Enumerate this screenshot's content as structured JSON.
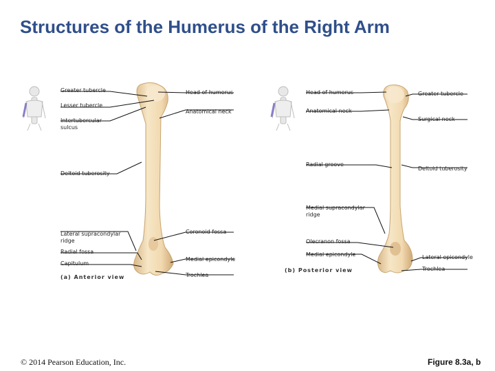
{
  "title": "Structures of the Humerus of the Right Arm",
  "anterior": {
    "view_label": "(a) Anterior view",
    "labels": {
      "greater_tubercle": "Greater tubercle",
      "lesser_tubercle": "Lesser tubercle",
      "intertubercular_sulcus": "Intertubercular\nsulcus",
      "deltoid_tuberosity": "Deltoid tuberosity",
      "lateral_supracondylar_ridge": "Lateral supracondylar\nridge",
      "radial_fossa": "Radial fossa",
      "capitulum": "Capitulum",
      "head_of_humerus": "Head of humerus",
      "anatomical_neck": "Anatomical neck",
      "coronoid_fossa": "Coronoid fossa",
      "medial_epicondyle": "Medial epicondyle",
      "trochlea": "Trochlea"
    }
  },
  "posterior": {
    "view_label": "(b) Posterior view",
    "labels": {
      "head_of_humerus": "Head of humerus",
      "anatomical_neck": "Anatomical neck",
      "radial_groove": "Radial groove",
      "medial_supracondylar_ridge": "Medial supracondylar\nridge",
      "olecranon_fossa": "Olecranon fossa",
      "medial_epicondyle": "Medial epicondyle",
      "greater_tubercle": "Greater tubercle",
      "surgical_neck": "Surgical neck",
      "deltoid_tuberosity": "Deltoid tuberosity",
      "lateral_epicondyle": "Lateral epicondyle",
      "trochlea": "Trochlea"
    }
  },
  "footer": {
    "copyright": "© 2014 Pearson Education, Inc.",
    "figure": "Figure 8.3a, b"
  },
  "colors": {
    "title": "#2f4f8a",
    "bone": "#f3ddb6",
    "bone_shadow": "#d9b98a",
    "highlight": "#8a7ec8"
  }
}
